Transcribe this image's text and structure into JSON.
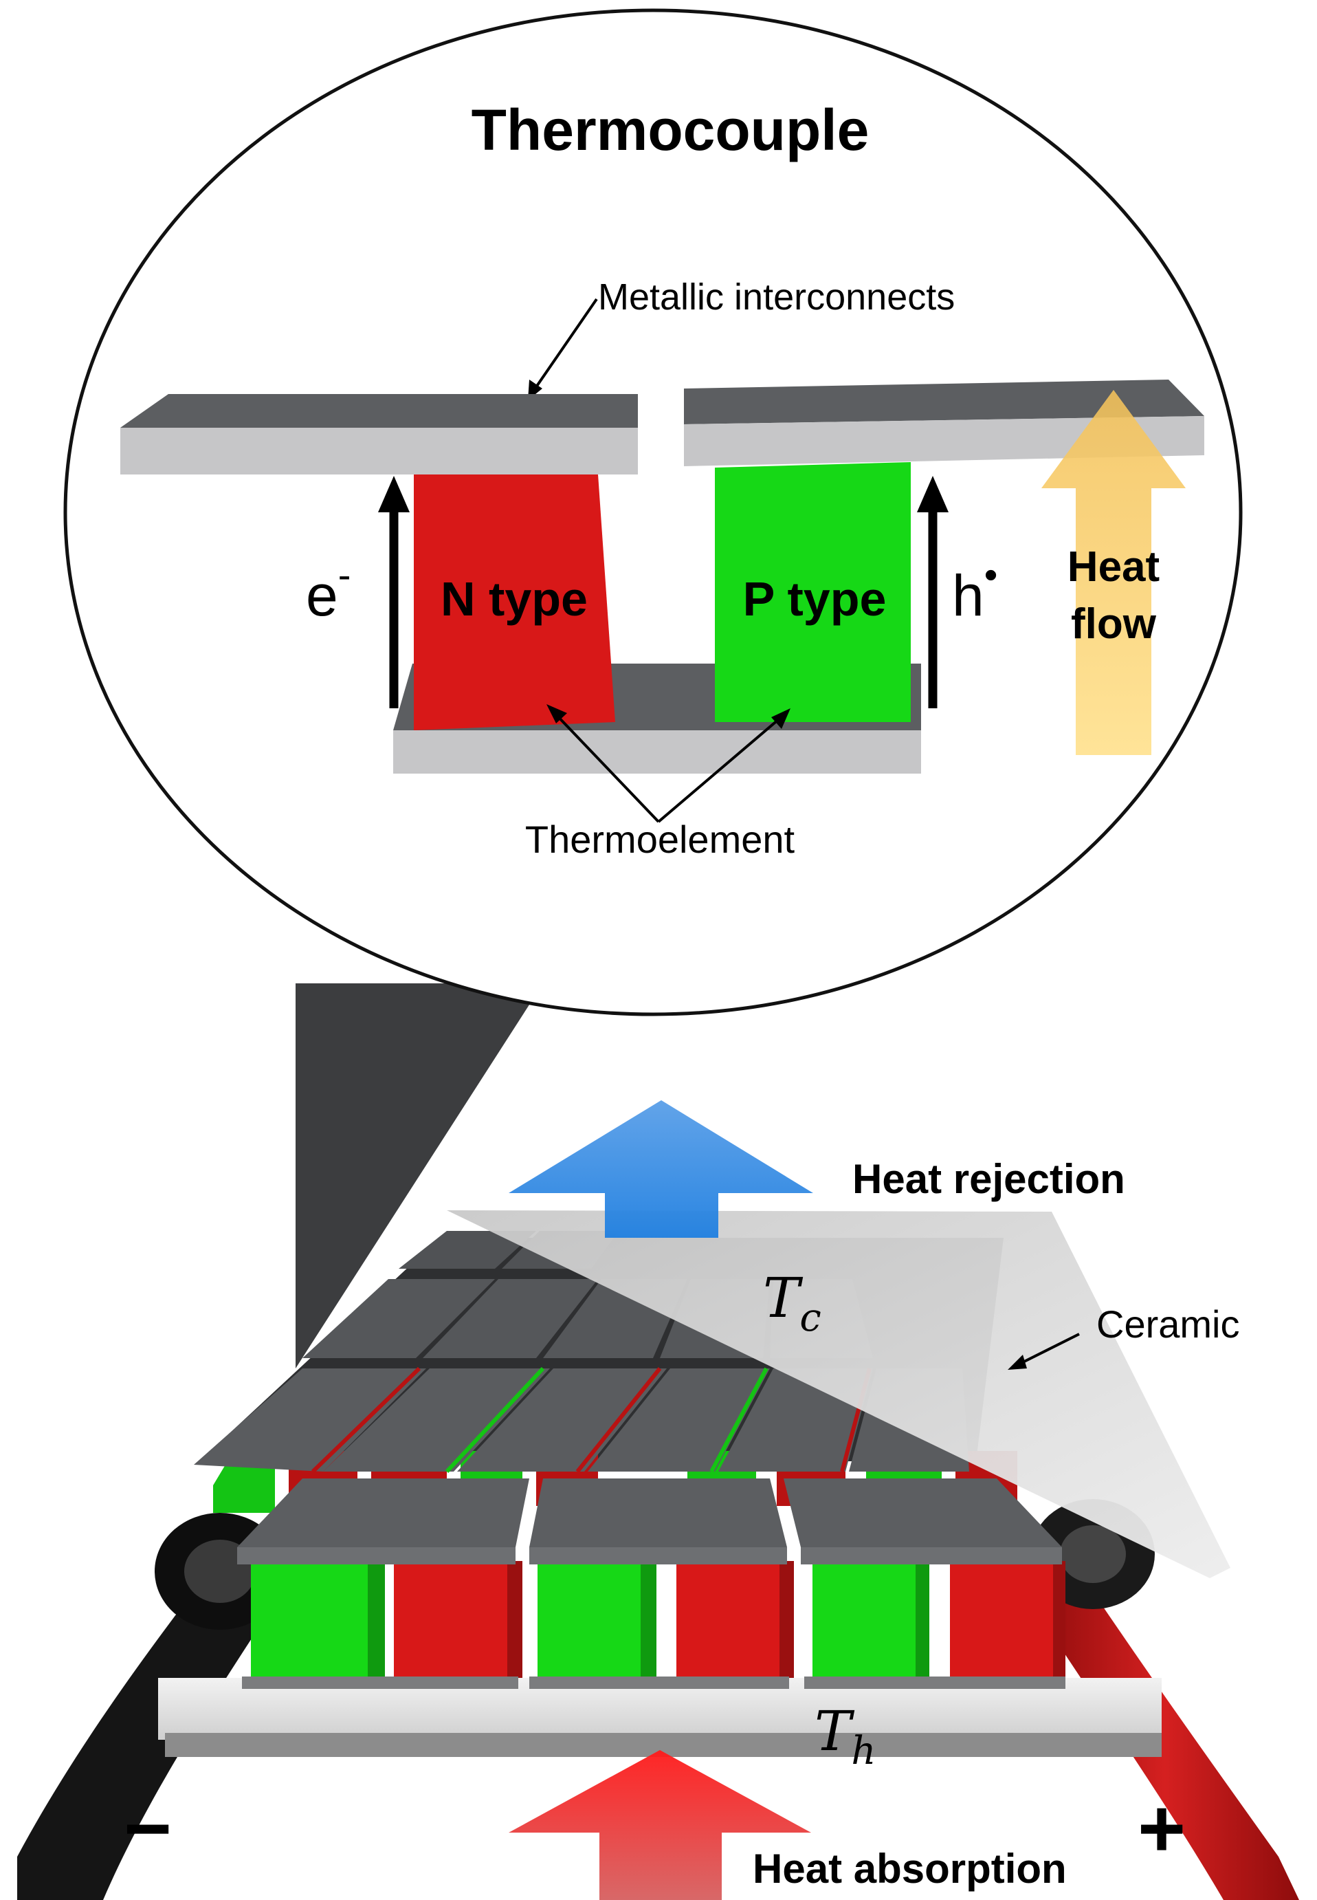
{
  "title": "Thermocouple",
  "labels": {
    "interconnects": "Metallic interconnects",
    "n_type": "N type",
    "p_type": "P type",
    "electron": "e",
    "electron_sup": "-",
    "hole": "h",
    "hole_sup": "•",
    "heat_flow_1": "Heat",
    "heat_flow_2": "flow",
    "thermoelement": "Thermoelement",
    "heat_rejection": "Heat rejection",
    "heat_absorption": "Heat absorption",
    "ceramic": "Ceramic",
    "t_cold": "T",
    "t_cold_sub": "c",
    "t_hot": "T",
    "t_hot_sub": "h",
    "minus": "−",
    "plus": "+"
  },
  "colors": {
    "n_type": "#d81818",
    "p_type": "#16d816",
    "metal_top": "#5c5e61",
    "metal_side": "#c6c6c8",
    "heat_flow_arrow": "#fcd877",
    "heat_rejection_arrow": "#3a8ee6",
    "heat_absorption_arrow": "#e02424",
    "ceramic": "#d9d9d9"
  }
}
